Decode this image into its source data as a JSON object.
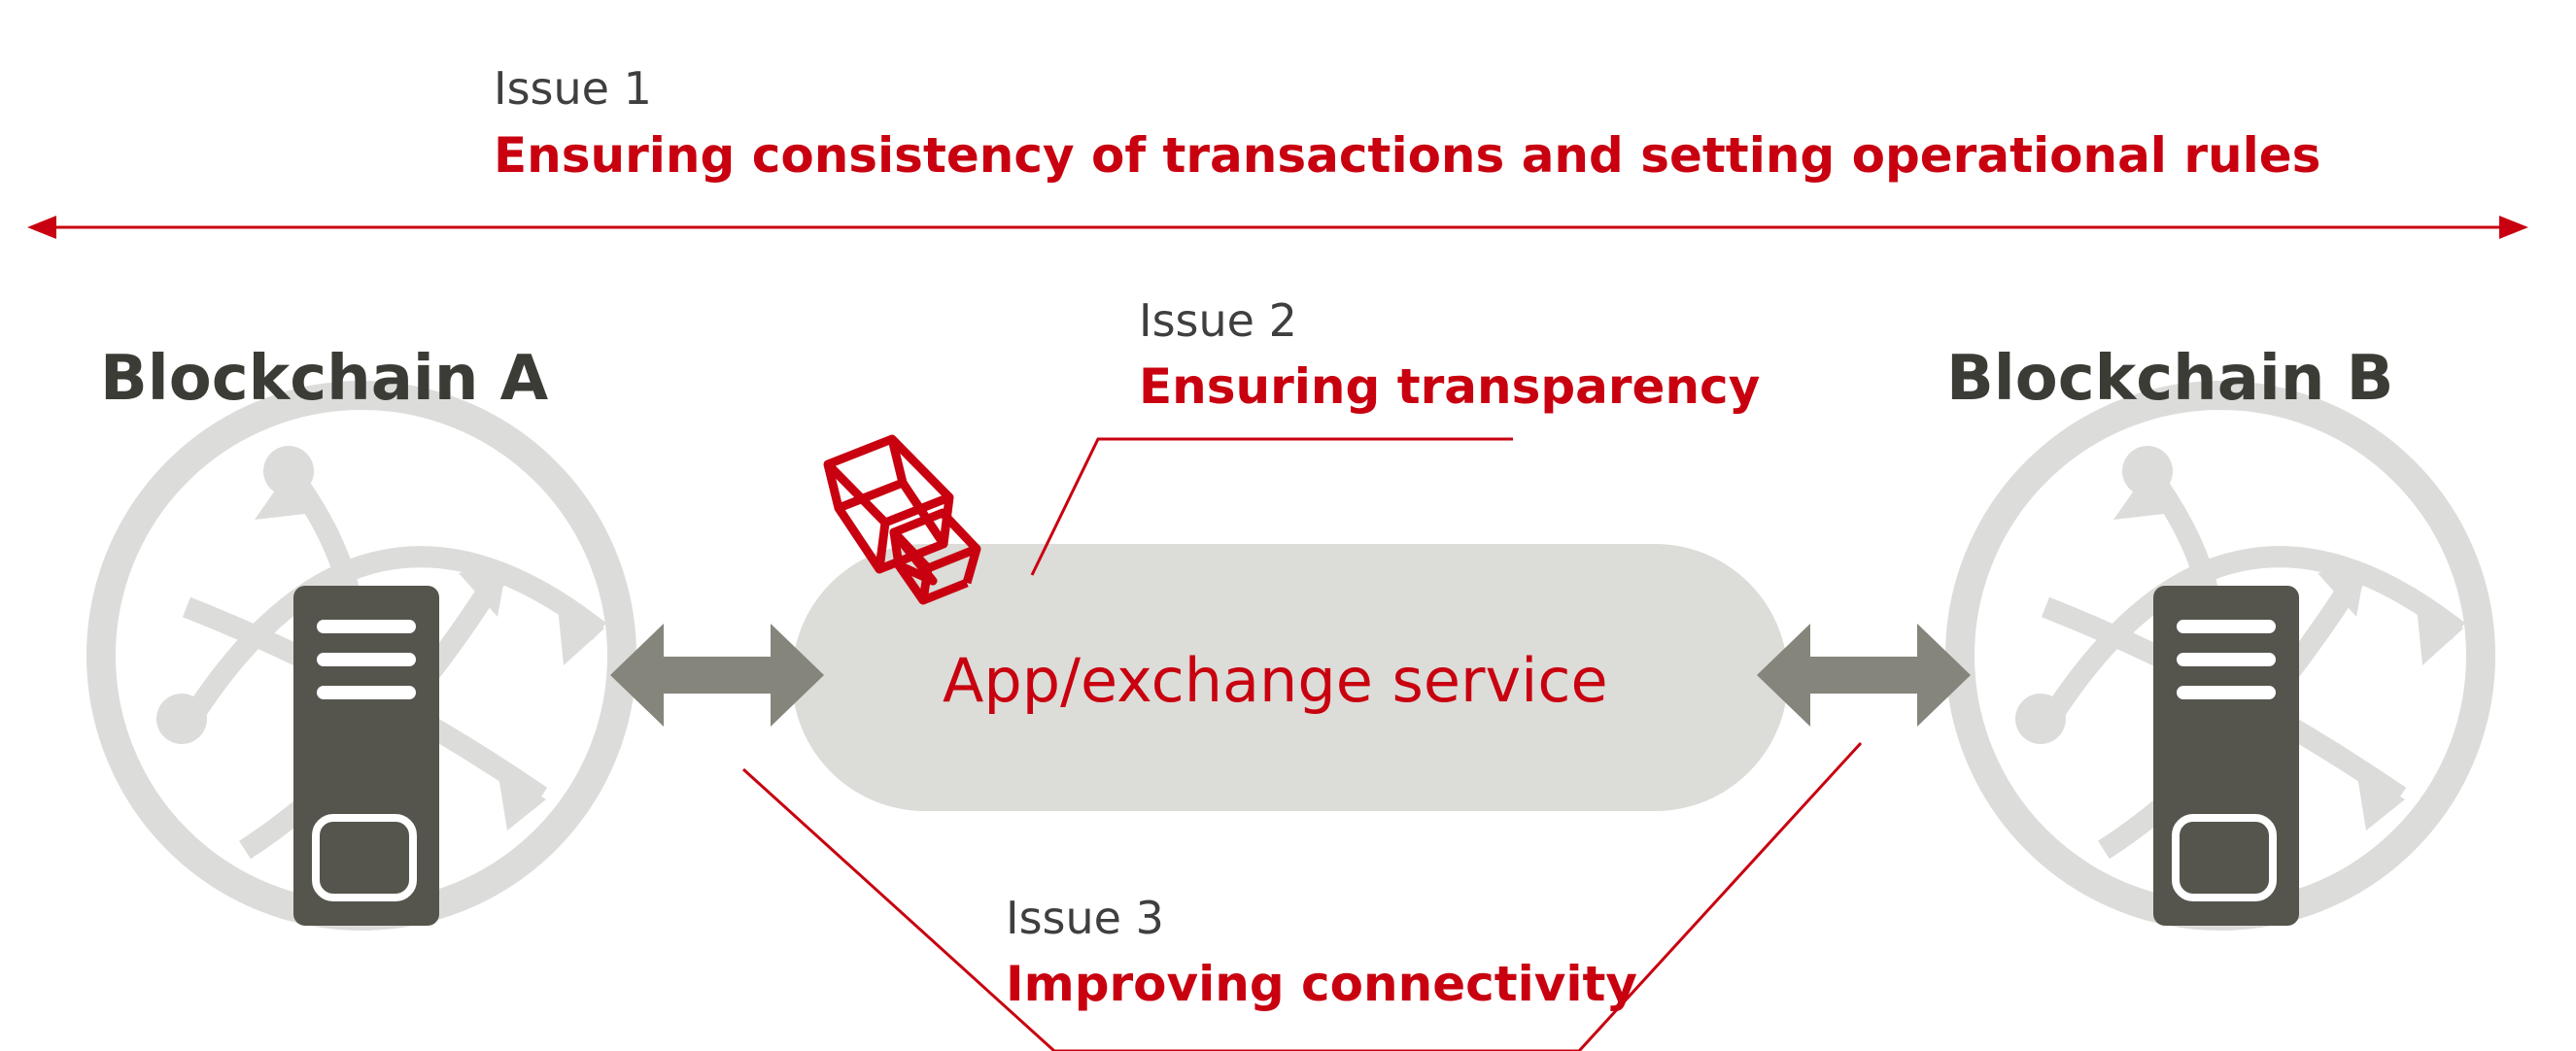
{
  "issues": [
    {
      "number": "Issue 1",
      "title": "Ensuring consistency of transactions and setting operational rules"
    },
    {
      "number": "Issue 2",
      "title": "Ensuring transparency"
    },
    {
      "number": "Issue 3",
      "title": "Improving connectivity"
    }
  ],
  "blockchain_a": {
    "label": "Blockchain A"
  },
  "blockchain_b": {
    "label": "Blockchain B"
  },
  "service": {
    "label": "App/exchange service"
  },
  "colors": {
    "accent_red": "#c8000f",
    "text_dark": "#3c3c37",
    "server_dark": "#55554e",
    "ring_gray": "#dcdcda",
    "capsule_gray": "#dcdcd8",
    "arrow_gray": "#85857c"
  }
}
